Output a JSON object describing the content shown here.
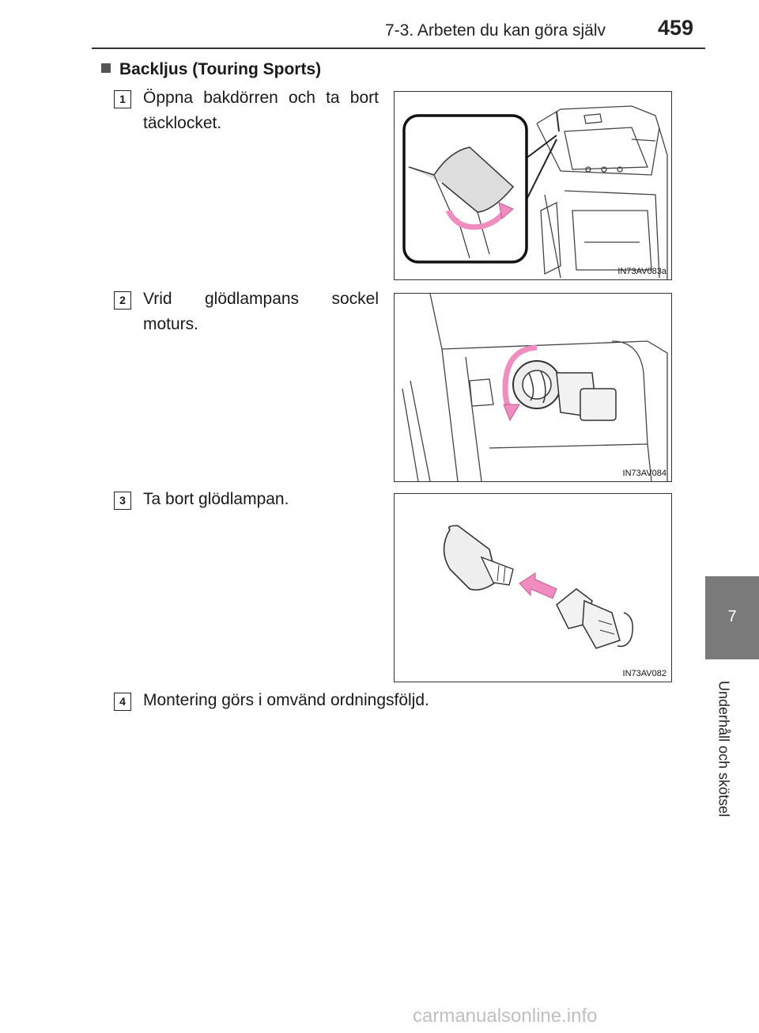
{
  "header": {
    "section": "7-3. Arbeten du kan göra själv",
    "page_number": "459"
  },
  "side_tab": {
    "chapter_number": "7",
    "chapter_title": "Underhåll och skötsel"
  },
  "section_heading": "Backljus (Touring Sports)",
  "steps": [
    {
      "number": "1",
      "text": "Öppna bakdörren och ta bort täcklocket.",
      "figure_code": "IN73AV083a"
    },
    {
      "number": "2",
      "text": "Vrid glödlampans sockel moturs.",
      "figure_code": "IN73AV084"
    },
    {
      "number": "3",
      "text": "Ta bort glödlampan.",
      "figure_code": "IN73AV082"
    },
    {
      "number": "4",
      "text": "Montering görs i omvänd ordningsföljd."
    }
  ],
  "watermark": "carmanualsonline.info",
  "colors": {
    "arrow_pink": "#f08cc0",
    "tab_gray": "#7a7a7a"
  }
}
